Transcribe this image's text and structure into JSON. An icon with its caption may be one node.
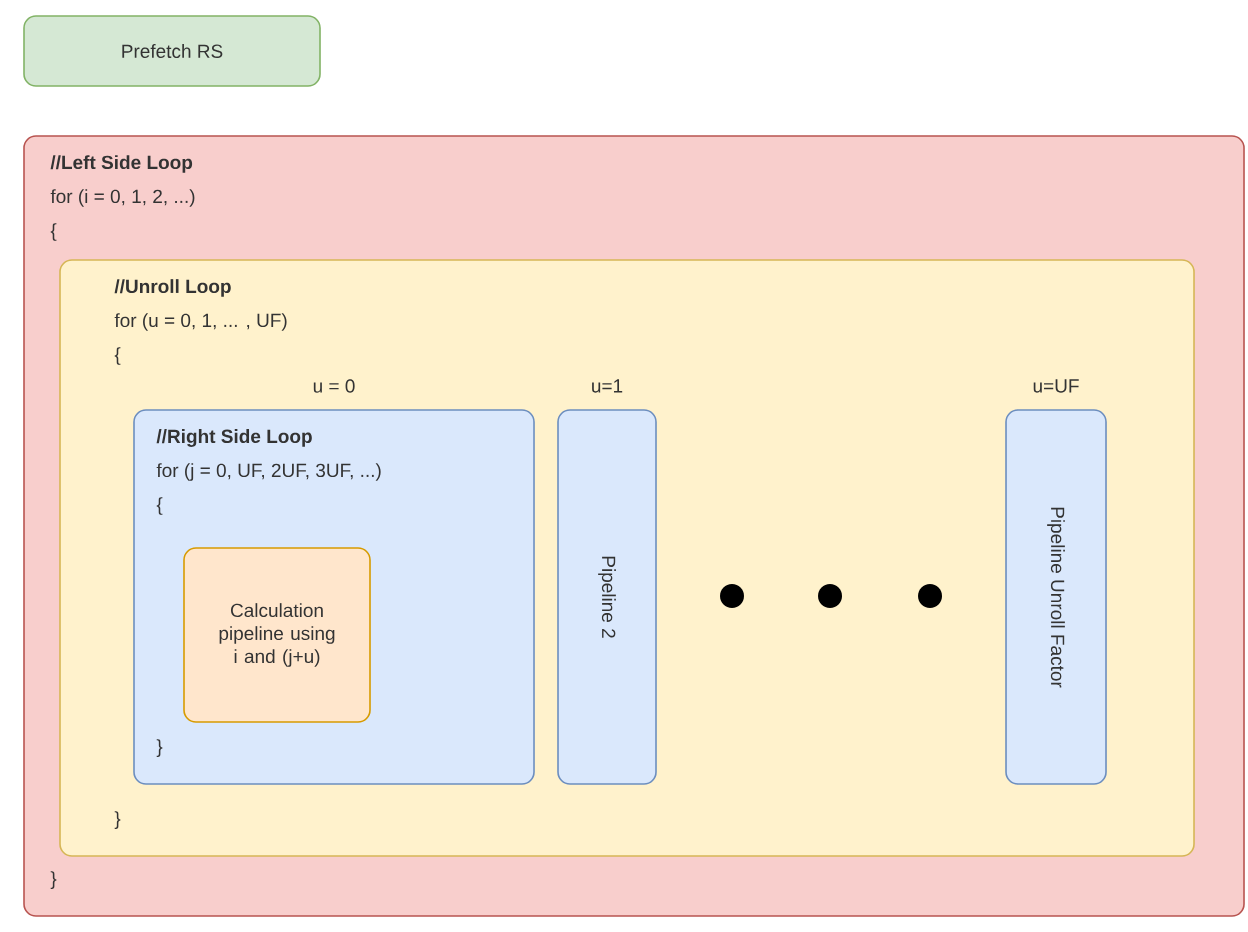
{
  "diagram": {
    "nodes": [
      {
        "text": [
          "Prefetch RS"
        ]
      },
      {
        "text": [
          "//Left Side Loop",
          "for (i = 0, 1, 2, ...)",
          "{",
          "}"
        ]
      },
      {
        "text": [
          "//Unroll Loop",
          "for (u = 0, 1, ... , UF)",
          "{",
          "}"
        ],
        "in": 1
      },
      {
        "text": [
          "//Right Side Loop",
          "for (j = 0, UF, 2UF, 3UF, ...)",
          "{",
          "}"
        ],
        "in": 2,
        "beside": [
          "u = 0"
        ]
      },
      {
        "text": [
          "Calculation pipeline using i and (j+u)"
        ],
        "in": 3
      },
      {
        "text": [
          "Pipeline 2"
        ],
        "in": 2,
        "beside": [
          "u=1"
        ]
      },
      {
        "text": [
          "Pipeline Unroll Factor"
        ],
        "in": 2,
        "beside": [
          "u=UF"
        ]
      }
    ]
  }
}
